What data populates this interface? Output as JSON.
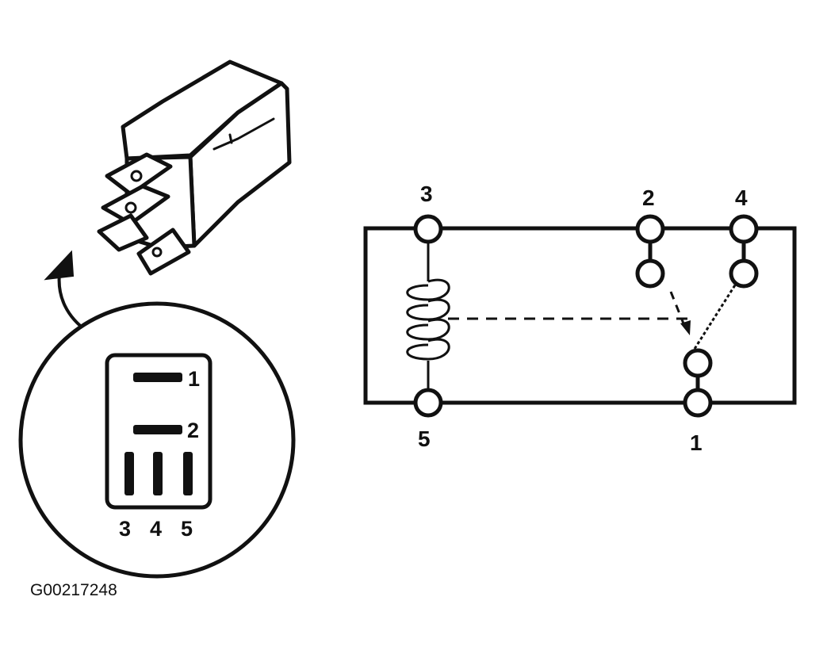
{
  "figure_code": "G00217248",
  "relay_pinout": {
    "pins": [
      "1",
      "2",
      "3",
      "4",
      "5"
    ]
  },
  "schematic": {
    "terminals": [
      "3",
      "2",
      "4",
      "5",
      "1"
    ]
  },
  "colors": {
    "ink": "#111111",
    "paper": "#ffffff"
  }
}
